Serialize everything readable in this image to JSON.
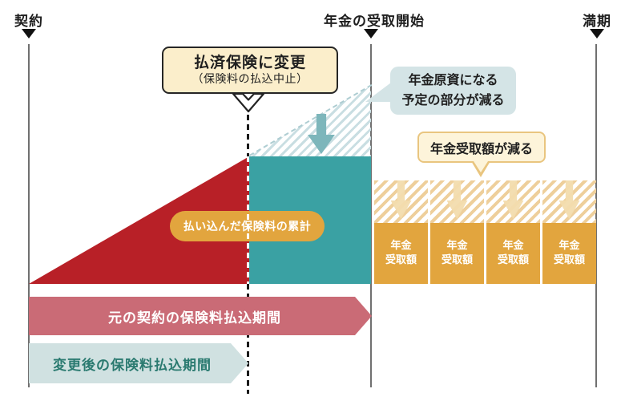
{
  "colors": {
    "red": "#b82027",
    "teal": "#3aa1a3",
    "teal-hatch": "#c9dee2",
    "teal-hatch-edge": "#aecdd2",
    "teal-arrow": "#7db6bb",
    "orange": "#e2a53e",
    "orange-hatch": "#eecf9b",
    "cream-arrow": "#f2dcae",
    "pink": "#ca6b76",
    "band-blue": "#d0e1e1",
    "band-blue-text": "#2a7a70",
    "callout-blue": "#d4e4e6",
    "cream-fill": "#fbeecb",
    "callout-cream": "#fdf4da",
    "cream-border": "#e9c57f",
    "box-border": "#262626",
    "line-gray": "#707070",
    "text-dark": "#1f1f1f"
  },
  "timeline": {
    "contract": "契約",
    "annuity_start": "年金の受取開始",
    "maturity": "満期"
  },
  "change_box": {
    "title": "払済保険に変更",
    "subtitle": "（保険料の払込中止）"
  },
  "callout_fund": {
    "line1": "年金原資になる",
    "line2": "予定の部分が減る"
  },
  "callout_benefit": {
    "text": "年金受取額が減る"
  },
  "premium_total_label": "払い込んだ保険料の累計",
  "bands": {
    "original": "元の契約の保険料払込期間",
    "after_change": "変更後の保険料払込期間"
  },
  "annuity_blocks": [
    {
      "line1": "年金",
      "line2": "受取額"
    },
    {
      "line1": "年金",
      "line2": "受取額"
    },
    {
      "line1": "年金",
      "line2": "受取額"
    },
    {
      "line1": "年金",
      "line2": "受取額"
    }
  ]
}
